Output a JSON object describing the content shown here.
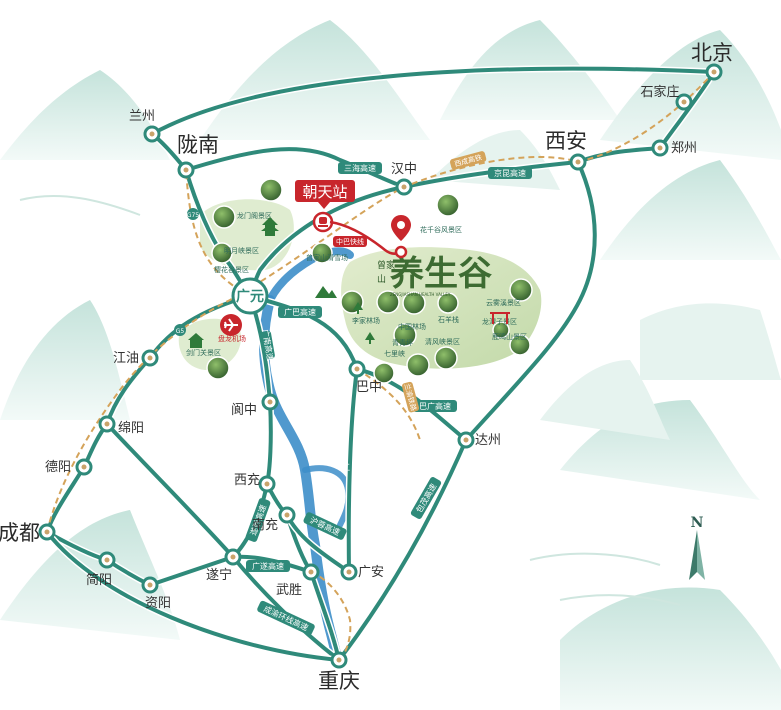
{
  "cities": {
    "beijing": "北京",
    "shijiazhuang": "石家庄",
    "zhengzhou": "郑州",
    "xian": "西安",
    "lanzhou": "兰州",
    "longnan": "陇南",
    "hanzhong": "汉中",
    "guangyuan": "广元",
    "jiangyou": "江油",
    "mianyang": "绵阳",
    "deyang": "德阳",
    "chengdu": "成都",
    "jianyang": "简阳",
    "ziyang": "资阳",
    "suining": "遂宁",
    "langzhong": "阆中",
    "bazhong": "巴中",
    "dazhou": "达州",
    "xichong": "西充",
    "nanchong": "南充",
    "wusheng": "武胜",
    "guangan": "广安",
    "chongqing": "重庆"
  },
  "roads": {
    "sanhai": "三海高速",
    "jingkun": "京昆高速",
    "guangba": "广巴高速",
    "baguang": "巴广高速",
    "baoting": "包茂高速",
    "guangnan": "广南高速",
    "suixi": "遂西高速",
    "hurong": "沪蓉高速",
    "guangsui": "广遂高速",
    "chengyu": "成渝环线高速",
    "g5": "G5",
    "g75": "G75"
  },
  "railways": {
    "xicheng": "西成高铁",
    "zhongba": "中巴快线",
    "rail_extra": "兰渝铁路"
  },
  "station": {
    "name": "朝天站"
  },
  "airport": {
    "name": "盘龙机场"
  },
  "destination": {
    "name": "养生谷",
    "prefix1": "曾家",
    "prefix2": "山",
    "subtitle": "ZENGJIASHAN HEALTH VALLEY"
  },
  "rivers": {
    "jialing": "嘉陵江",
    "j1": "嘉",
    "j2": "陵",
    "j3": "江"
  },
  "scenic": [
    "龙门阁景区",
    "明月峡景区",
    "樱花谷景区",
    "曾家山滑雪场",
    "花千谷风景区",
    "剑门关景区",
    "李家林场",
    "中国林场",
    "石羊栈",
    "云雾溪景区",
    "龙潭子景区",
    "鹿鸣山景区",
    "清风峡景区",
    "青青坪",
    "七里峡"
  ],
  "compass": {
    "label": "N"
  },
  "colors": {
    "road": "#2f8a7a",
    "road_outline": "#ffffff",
    "rail": "#d4a35a",
    "river": "#3d8ec9",
    "node": "#ffffff",
    "node_ring": "#2f8a7a",
    "mountain": "#d9ede8",
    "mountain_dark": "#bcdcd3",
    "accent": "#c8262c",
    "title": "#3d6b32"
  }
}
